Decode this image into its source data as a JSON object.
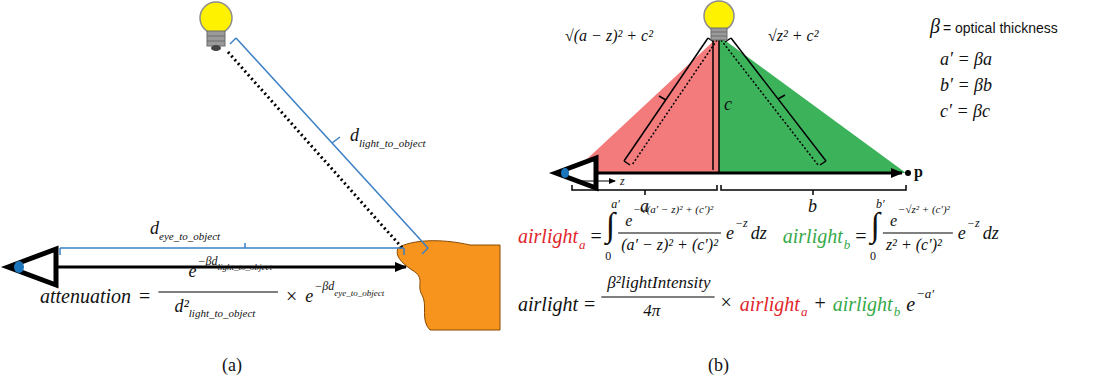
{
  "diagram": {
    "labels": [
      "d",
      "light_to_object",
      "d",
      "eye_to_object",
      "attenuation",
      "=",
      "e",
      "−βd",
      "light_to_object",
      "d²",
      "light_to_object",
      "×",
      "e",
      "−βd",
      "eye_to_object",
      "(a)",
      "β",
      "= optical thickness",
      "a′ = βa",
      "b′ = βb",
      "c′ = βc",
      "√(a − z)² + c²",
      "c",
      "√z² + c²",
      "z",
      "a",
      "b",
      "p",
      "airlight",
      "a",
      "=",
      "∫",
      "a′",
      "0",
      "e",
      "−√(a′ − z)² + (c′)²",
      "(a′ − z)² + (c′)²",
      "e",
      "−z",
      "dz",
      "airlight",
      "b",
      "=",
      "∫",
      "b′",
      "0",
      "e",
      "−√z² + (c′)²",
      "z² + (c′)²",
      "e",
      "−z",
      "dz",
      "airlight",
      "=",
      "β²lightIntensity",
      "4π",
      "×",
      "airlight",
      "a",
      "+",
      "airlight",
      "b",
      "e",
      "−a′",
      "(b)"
    ]
  }
}
